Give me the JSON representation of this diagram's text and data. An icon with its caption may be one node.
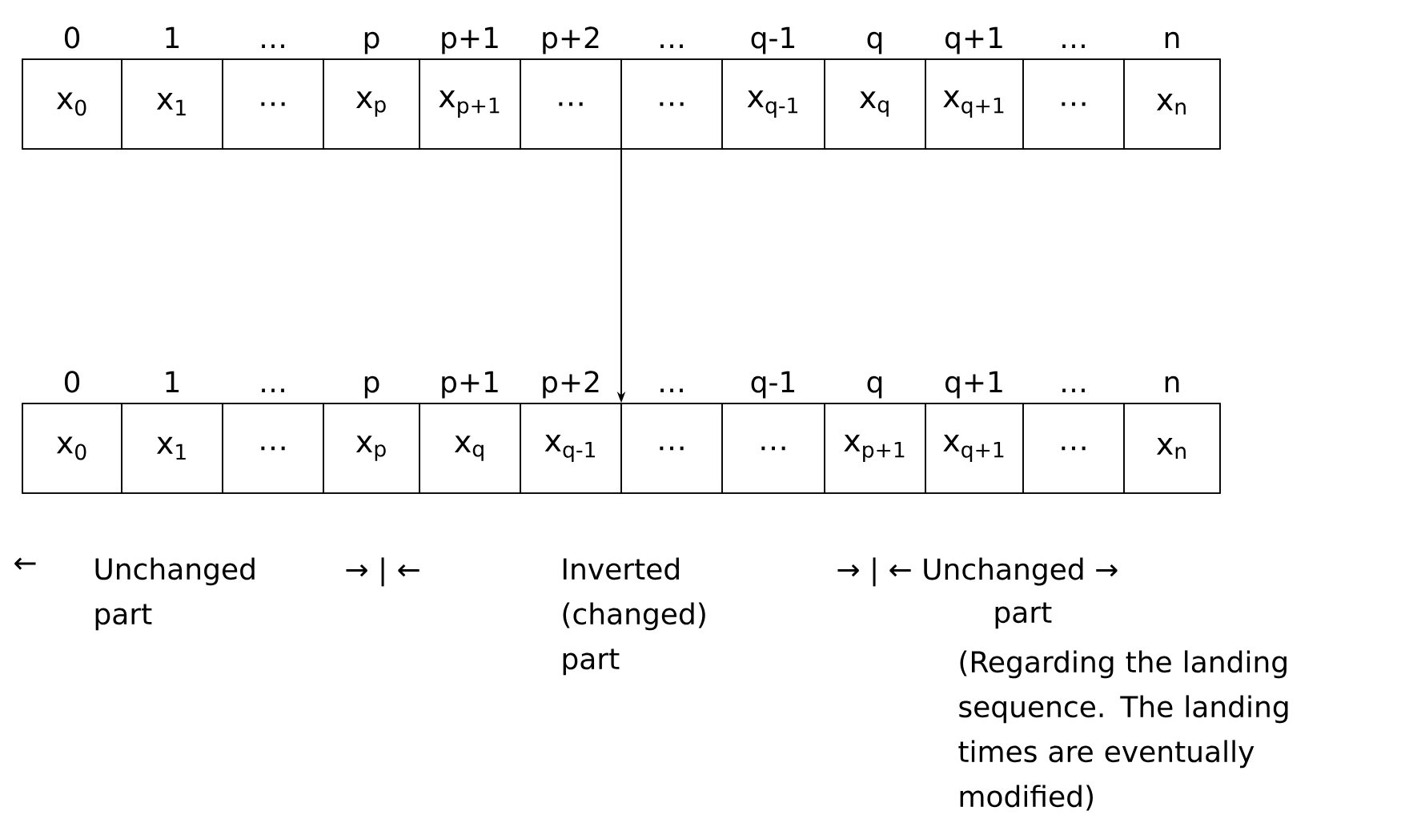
{
  "diagram": {
    "nodes": [
      {
        "text": [],
        "shape": "box"
      },
      {
        "text": [
          "x$_{0}$"
        ],
        "in": 0,
        "beside": [
          "0"
        ]
      },
      {
        "text": [
          "x$_{1}$"
        ],
        "in": 0,
        "beside": [
          "1"
        ]
      },
      {
        "text": [
          "…"
        ],
        "in": 0,
        "beside": [
          "…"
        ]
      },
      {
        "text": [
          "x$_{p}$"
        ],
        "in": 0,
        "beside": [
          "p"
        ]
      },
      {
        "text": [
          "x$_{p+1}$"
        ],
        "in": 0,
        "beside": [
          "p+1"
        ]
      },
      {
        "text": [
          "…"
        ],
        "in": 0,
        "beside": [
          "p+2"
        ]
      },
      {
        "text": [
          "…"
        ],
        "in": 0,
        "beside": [
          "…"
        ]
      },
      {
        "text": [
          "x$_{q-1}$"
        ],
        "in": 0,
        "beside": [
          "q-1"
        ]
      },
      {
        "text": [
          "x$_{q}$"
        ],
        "in": 0,
        "beside": [
          "q"
        ]
      },
      {
        "text": [
          "x$_{q+1}$"
        ],
        "in": 0,
        "beside": [
          "q+1"
        ]
      },
      {
        "text": [
          "…"
        ],
        "in": 0,
        "beside": [
          "…"
        ]
      },
      {
        "text": [
          "x$_{n}$"
        ],
        "in": 0,
        "beside": [
          "n"
        ]
      },
      {
        "text": [],
        "shape": "box"
      },
      {
        "text": [
          "x$_{0}$"
        ],
        "in": 13,
        "beside": [
          "0"
        ]
      },
      {
        "text": [
          "x$_{1}$"
        ],
        "in": 13,
        "beside": [
          "1"
        ]
      },
      {
        "text": [
          "…"
        ],
        "in": 13,
        "beside": [
          "…"
        ]
      },
      {
        "text": [
          "x$_{p}$"
        ],
        "in": 13,
        "beside": [
          "p"
        ]
      },
      {
        "text": [
          "x$_{q}$"
        ],
        "in": 13,
        "beside": [
          "p+1"
        ]
      },
      {
        "text": [
          "x$_{q-1}$"
        ],
        "in": 13,
        "beside": [
          "p+2"
        ]
      },
      {
        "text": [
          "…"
        ],
        "in": 13,
        "beside": [
          "…"
        ]
      },
      {
        "text": [
          "…"
        ],
        "in": 13,
        "beside": [
          "q-1"
        ]
      },
      {
        "text": [
          "x$_{p+1}$"
        ],
        "in": 13,
        "beside": [
          "q"
        ]
      },
      {
        "text": [
          "x$_{q+1}$"
        ],
        "in": 13,
        "beside": [
          "q+1"
        ]
      },
      {
        "text": [
          "…"
        ],
        "in": 13,
        "beside": [
          "…"
        ]
      },
      {
        "text": [
          "x$_{n}$"
        ],
        "in": 13,
        "beside": [
          "n"
        ]
      }
    ],
    "edges": [
      {
        "from": 0,
        "to": 13,
        "arrow": "to"
      }
    ],
    "labels": [
      "←",
      "Unchanged part",
      "→ | ←",
      "Inverted (changed) part",
      "→ | ← Unchanged →",
      "part",
      "(Regarding the landing sequence. The landing times are eventually modified)"
    ]
  }
}
